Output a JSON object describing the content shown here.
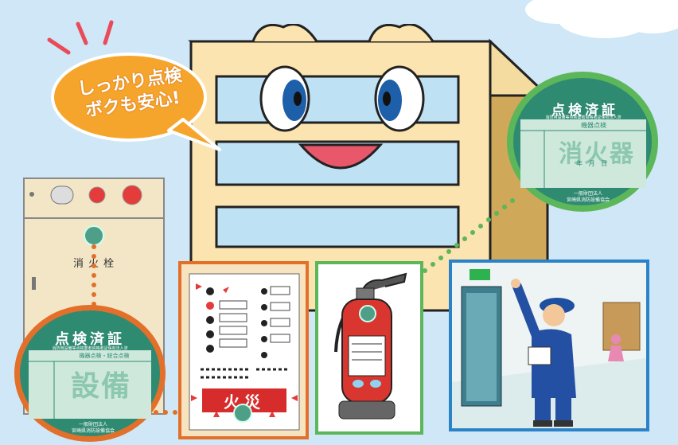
{
  "speech": {
    "line1": "しっかり点検",
    "line2": "ボクも安心!"
  },
  "cabinet": {
    "label": "消火栓"
  },
  "sticker_small": {
    "title": "点検済証",
    "subtitle": "消防用設備等点検業者資格者証保有法人済",
    "mark": "消火器",
    "date_rows": [
      "年",
      "月",
      "日"
    ],
    "header_row": "機器点検",
    "org1": "一般財団法人",
    "org2": "宮崎県消防設備協会"
  },
  "sticker_large": {
    "title": "点検済証",
    "subtitle": "消防用設備等点検業者資格者証保有法人済",
    "mark": "設備",
    "row_header": "機器点検・総合点検",
    "org1": "一般財団法人",
    "org2": "宮崎県消防設備協会"
  },
  "alarm_panel": {
    "label": "火災"
  },
  "colors": {
    "orange": "#e2702a",
    "green": "#5cb65a",
    "blue": "#2a82c8",
    "sticker_green": "#2f8a72"
  }
}
